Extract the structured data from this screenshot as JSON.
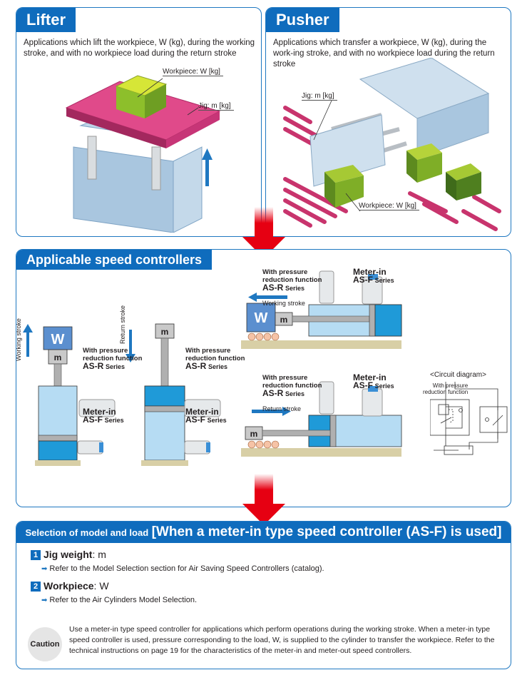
{
  "lifter": {
    "title": "Lifter",
    "description": "Applications which lift the workpiece, W (kg), during the working stroke, and with no workpiece load during the return stroke",
    "label_workpiece": "Workpiece: W [kg]",
    "label_jig": "Jig: m [kg]"
  },
  "pusher": {
    "title": "Pusher",
    "description": "Applications which transfer a workpiece, W (kg), during the work-ing stroke, and with no workpiece load during the return stroke",
    "label_jig": "Jig: m [kg]",
    "label_workpiece": "Workpiece: W [kg]"
  },
  "speed": {
    "title": "Applicable speed controllers",
    "with_pressure_1": "With pressure",
    "with_pressure_2": "reduction function",
    "as_r": "AS-R",
    "as_f": "AS-F",
    "series": "Series",
    "meter_in": "Meter-in",
    "working_stroke": "Working stroke",
    "return_stroke": "Return stroke",
    "w": "W",
    "m": "m",
    "circuit_title": "<Circuit diagram>",
    "circuit_with_1": "With pressure",
    "circuit_with_2": "reduction function"
  },
  "selection": {
    "title_small": "Selection of model and load",
    "title_big": "[When a meter-in type speed controller (AS-F) is used]",
    "items": [
      {
        "num": "1",
        "title": "Jig weight",
        "rest": ": m",
        "ref": "Refer to the Model Selection section for Air Saving Speed Controllers (catalog)."
      },
      {
        "num": "2",
        "title": "Workpiece",
        "rest": ": W",
        "ref": "Refer to the Air Cylinders Model Selection."
      }
    ],
    "caution_label": "Caution",
    "caution_text": "Use a meter-in type speed controller for applications which perform operations during the working stroke. When a meter-in type speed controller is used, pressure corresponding to the load, W, is supplied to the cylinder to transfer the workpiece. Refer to the technical instructions on page 19 for the characteristics of the meter-in and meter-out speed controllers."
  },
  "colors": {
    "brand_blue": "#0f6cbd",
    "arrow_red": "#e60012",
    "jig_pink": "#d6336c",
    "workpiece_green": "#9cc62b"
  }
}
